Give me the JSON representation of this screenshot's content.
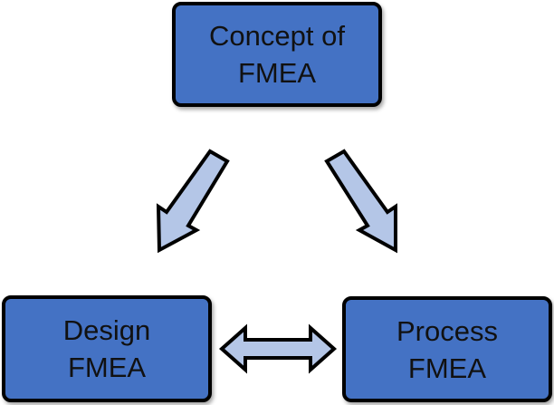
{
  "colors": {
    "box_fill": "#4472C4",
    "box_border": "#000000",
    "arrow_fill": "#B4C6E7",
    "arrow_stroke": "#000000"
  },
  "nodes": {
    "concept": {
      "line1": "Concept of",
      "line2": "FMEA"
    },
    "design": {
      "line1": "Design",
      "line2": "FMEA"
    },
    "process": {
      "line1": "Process",
      "line2": "FMEA"
    }
  },
  "edges": [
    {
      "from": "concept",
      "to": "design",
      "direction": "forward"
    },
    {
      "from": "concept",
      "to": "process",
      "direction": "forward"
    },
    {
      "from": "design",
      "to": "process",
      "direction": "both"
    }
  ]
}
